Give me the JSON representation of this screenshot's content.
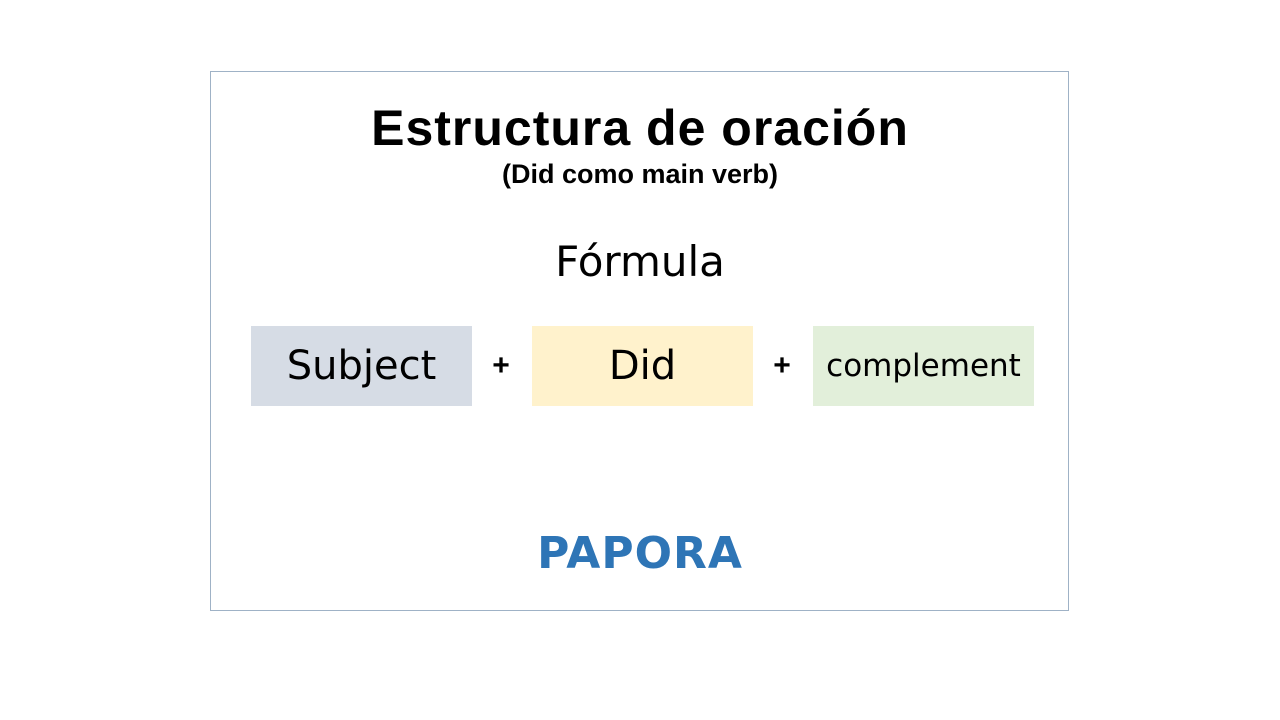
{
  "slide": {
    "title": "Estructura de oración",
    "subtitle": "(Did como main verb)",
    "formula_heading": "Fórmula",
    "formula": {
      "part1": "Subject",
      "operator1": "+",
      "part2": "Did",
      "operator2": "+",
      "part3": "complement"
    },
    "logo_text": "PAPORA"
  },
  "colors": {
    "subject_box": "#d6dce5",
    "did_box": "#fff2cc",
    "complement_box": "#e2efda",
    "logo": "#2e75b6",
    "card_border": "#9fb2c6"
  }
}
